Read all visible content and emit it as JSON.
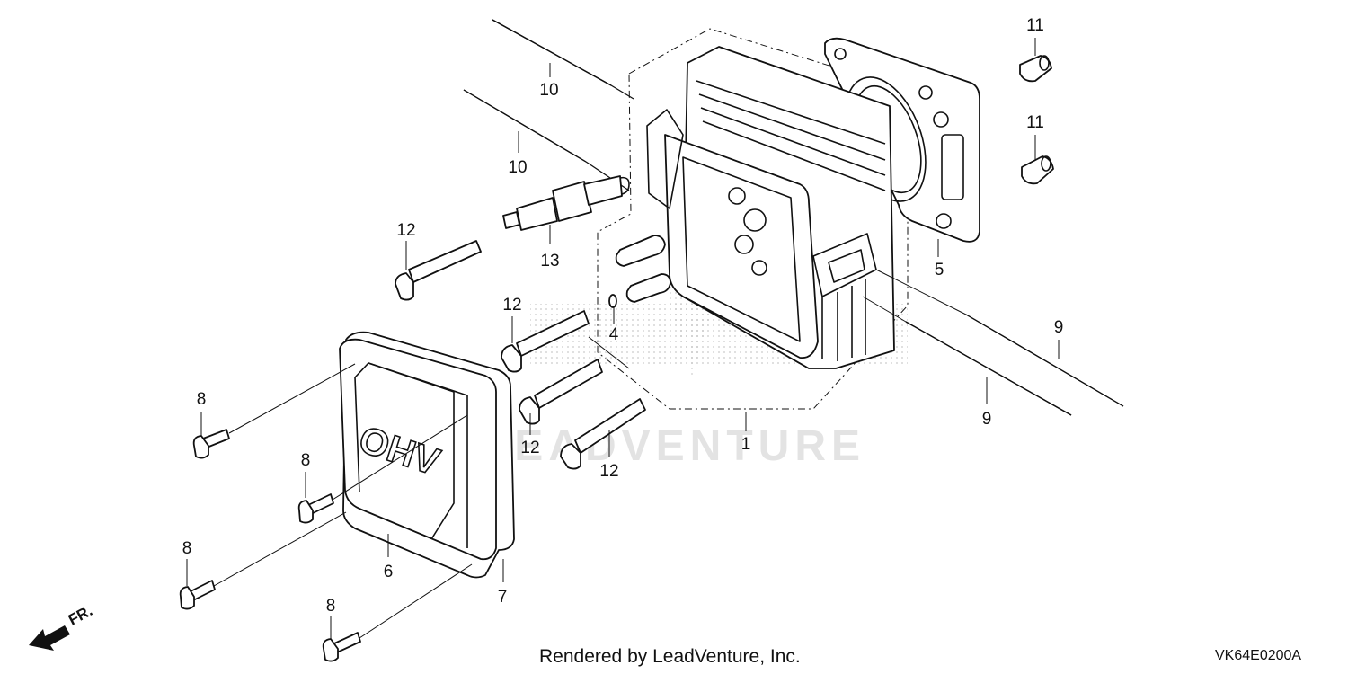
{
  "diagram": {
    "callouts": {
      "p1": "1",
      "p4": "4",
      "p5": "5",
      "p6": "6",
      "p7": "7",
      "p8a": "8",
      "p8b": "8",
      "p8c": "8",
      "p8d": "8",
      "p9a": "9",
      "p9b": "9",
      "p10a": "10",
      "p10b": "10",
      "p11a": "11",
      "p11b": "11",
      "p12a": "12",
      "p12b": "12",
      "p12c": "12",
      "p12d": "12",
      "p13": "13"
    },
    "cover_emboss": "OHV",
    "watermark": "LEADVENTURE",
    "direction": "FR."
  },
  "footer": {
    "credit": "Rendered by LeadVenture, Inc.",
    "diagram_code": "VK64E0200A"
  }
}
